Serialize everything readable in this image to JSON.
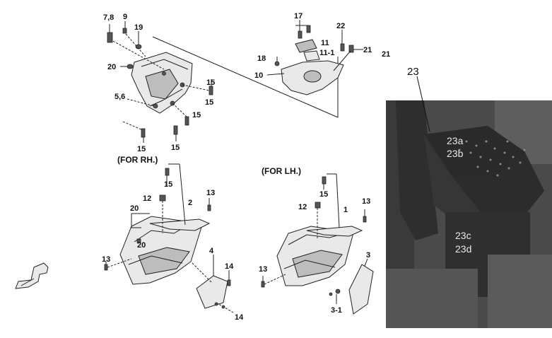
{
  "headings": {
    "rh": "(FOR RH.)",
    "lh": "(FOR LH.)"
  },
  "labels": {
    "l_78": "7,8",
    "l_9": "9",
    "l_19": "19",
    "l_20a": "20",
    "l_56": "5,6",
    "l_15a": "15",
    "l_15b": "15",
    "l_15c": "15",
    "l_15d": "15",
    "l_15e": "15",
    "l_17": "17",
    "l_22": "22",
    "l_11": "11",
    "l_111": "11-1",
    "l_18": "18",
    "l_10": "10",
    "l_21a": "21",
    "l_21b": "21",
    "l_15f": "15",
    "l_12a": "12",
    "l_13a": "13",
    "l_20b": "20",
    "l_2": "2",
    "l_20c": "20",
    "l_13b": "13",
    "l_4": "4",
    "l_14a": "14",
    "l_14b": "14",
    "l_15g": "15",
    "l_12b": "12",
    "l_1": "1",
    "l_13c": "13",
    "l_13d": "13",
    "l_3": "3",
    "l_31": "3-1"
  },
  "photo": {
    "callout": "23",
    "label_a": "23a",
    "label_b": "23b",
    "label_c": "23c",
    "label_d": "23d"
  }
}
